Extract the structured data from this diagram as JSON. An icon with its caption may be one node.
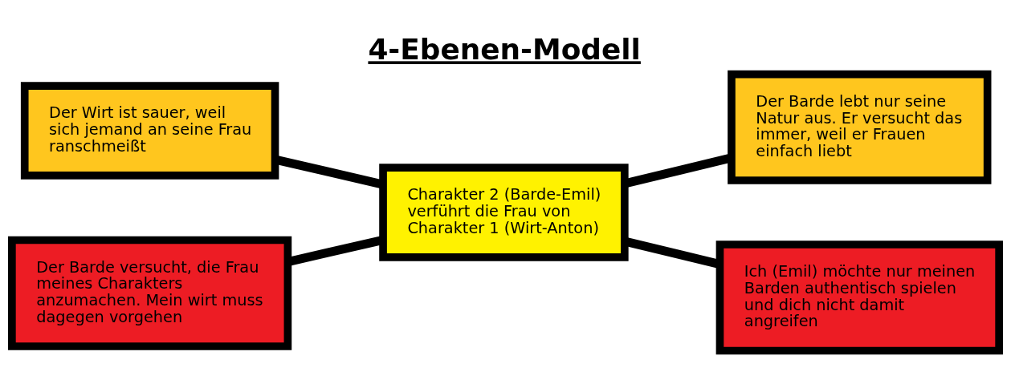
{
  "diagram": {
    "title": "4-Ebenen-Modell",
    "nodes": [
      {
        "text": [
          "Der Wirt ist sauer, weil sich jemand an seine Frau ranschmeißt"
        ]
      },
      {
        "text": [
          "Der Barde lebt nur seine Natur aus. Er versucht das immer, weil er Frauen einfach liebt"
        ]
      },
      {
        "text": [
          "Charakter 2 (Barde-Emil) verführt die Frau von Charakter 1 (Wirt-Anton)"
        ]
      },
      {
        "text": [
          "Der Barde versucht, die Frau meines Charakters anzumachen. Mein wirt muss dagegen vorgehen"
        ]
      },
      {
        "text": [
          "Ich (Emil) möchte nur meinen Barden authentisch spielen und dich nicht damit angreifen"
        ]
      }
    ],
    "edges": [
      {
        "from": 0,
        "to": 2,
        "arrow": "none"
      },
      {
        "from": 3,
        "to": 2,
        "arrow": "none"
      },
      {
        "from": 2,
        "to": 1,
        "arrow": "none"
      },
      {
        "from": 2,
        "to": 4,
        "arrow": "none"
      }
    ]
  }
}
